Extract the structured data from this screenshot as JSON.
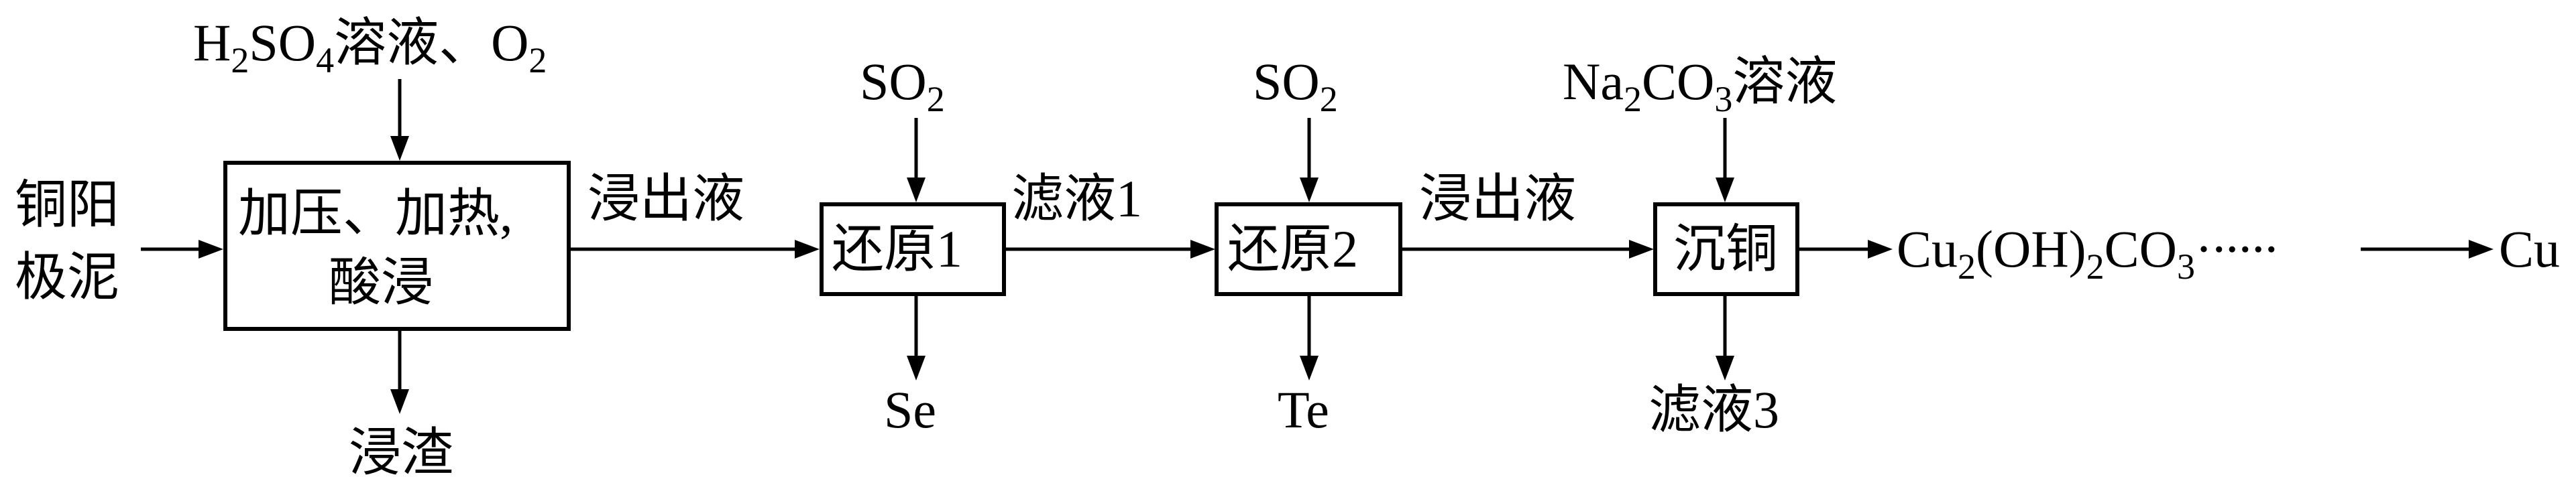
{
  "input_material": {
    "line1": "铜阳",
    "line2": "极泥"
  },
  "steps": [
    {
      "id": "pressure_leach",
      "line1": "加压、加热,",
      "line2": "酸浸"
    },
    {
      "id": "reduction1",
      "label": "还原1"
    },
    {
      "id": "reduction2",
      "label": "还原2"
    },
    {
      "id": "copper_precipitation",
      "label": "沉铜"
    }
  ],
  "reagents": {
    "leach": {
      "h": "H",
      "h_sub": "2",
      "so": "SO",
      "so_sub": "4",
      "tail": "溶液、O",
      "tail_sub": "2"
    },
    "reduction1": {
      "main": "SO",
      "sub": "2"
    },
    "reduction2": {
      "main": "SO",
      "sub": "2"
    },
    "precipitation": {
      "na": "Na",
      "na_sub": "2",
      "co": "CO",
      "co_sub": "3",
      "tail": "溶液"
    }
  },
  "flows": {
    "leachate_1": "浸出液",
    "filtrate_1": "滤液1",
    "leachate_2": "浸出液"
  },
  "byproducts": {
    "residue": "浸渣",
    "selenium": "Se",
    "tellurium": "Te",
    "filtrate_3": "滤液3"
  },
  "product": {
    "cu": "Cu",
    "cu_sub": "2",
    "oh": "(OH)",
    "oh_sub": "2",
    "co": "CO",
    "co_sub": "3",
    "dots": "·∙∙∙∙∙",
    "final": "Cu"
  }
}
